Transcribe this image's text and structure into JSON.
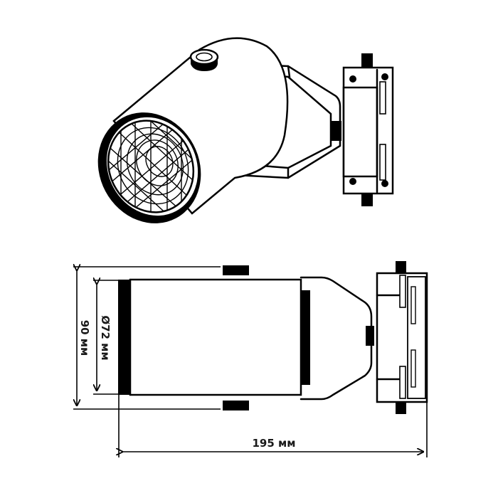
{
  "dimensions": {
    "height_label": "90 мм",
    "diameter_label": "Ø72 мм",
    "length_label": "195 мм"
  },
  "colors": {
    "line": "#000000",
    "background": "#ffffff"
  }
}
